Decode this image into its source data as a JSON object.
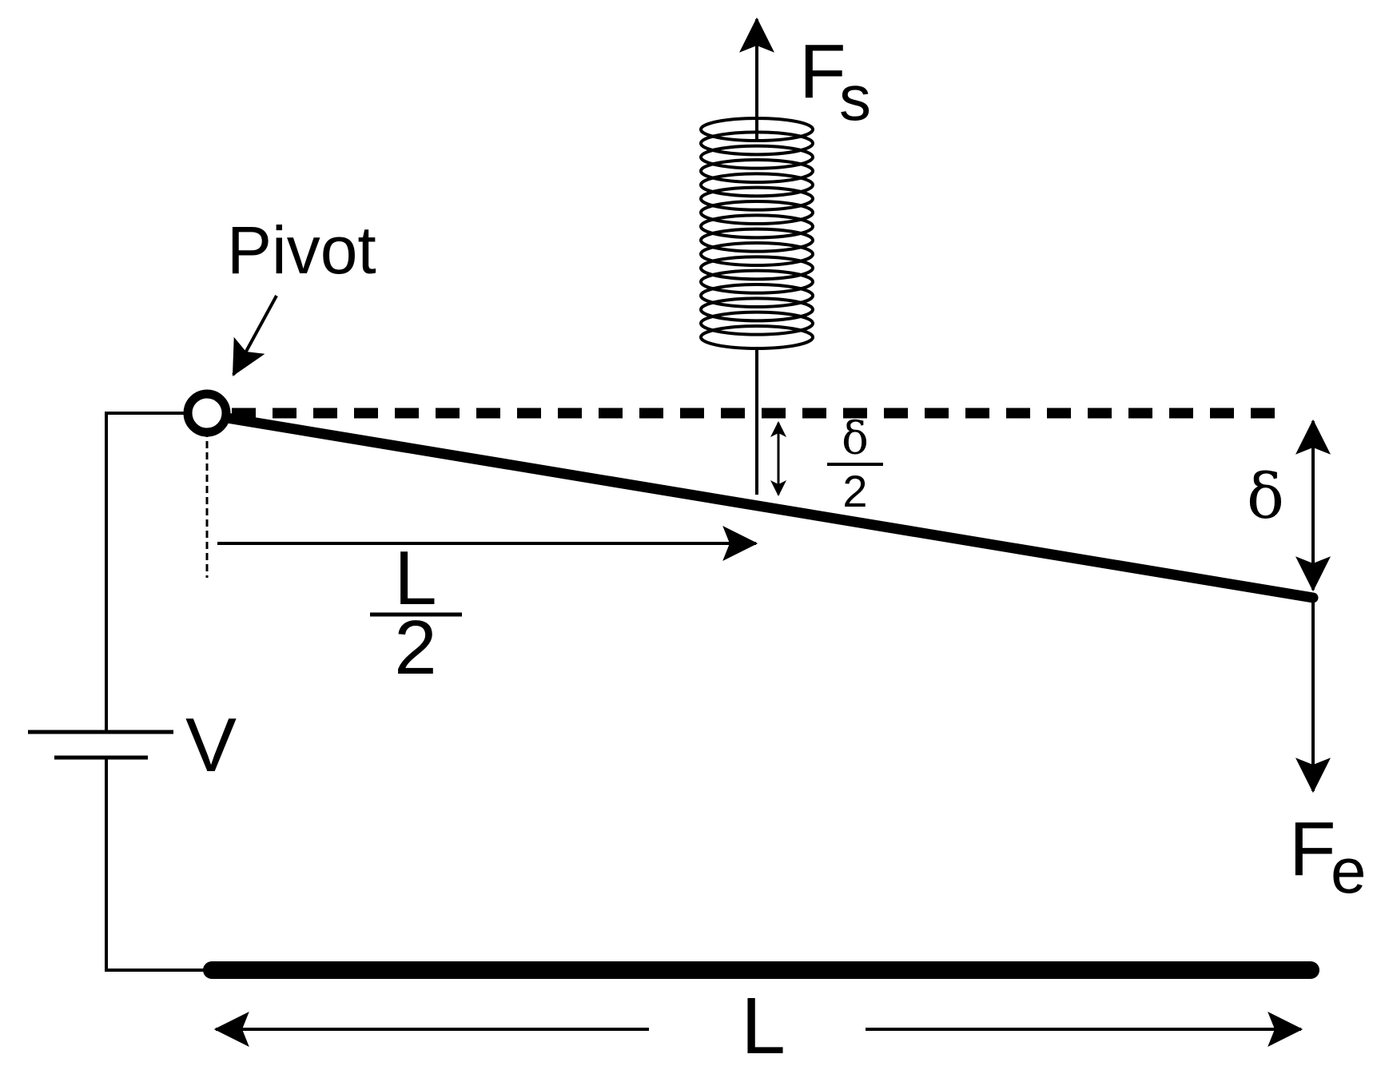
{
  "labels": {
    "pivot": "Pivot",
    "spring_force": "F",
    "spring_force_sub": "s",
    "electric_force": "F",
    "electric_force_sub": "e",
    "voltage": "V",
    "delta": "δ",
    "half_delta_num": "δ",
    "half_delta_den": "2",
    "half_length_num": "L",
    "half_length_den": "2",
    "length": "L"
  },
  "colors": {
    "ink": "#000000",
    "background": "#ffffff"
  }
}
